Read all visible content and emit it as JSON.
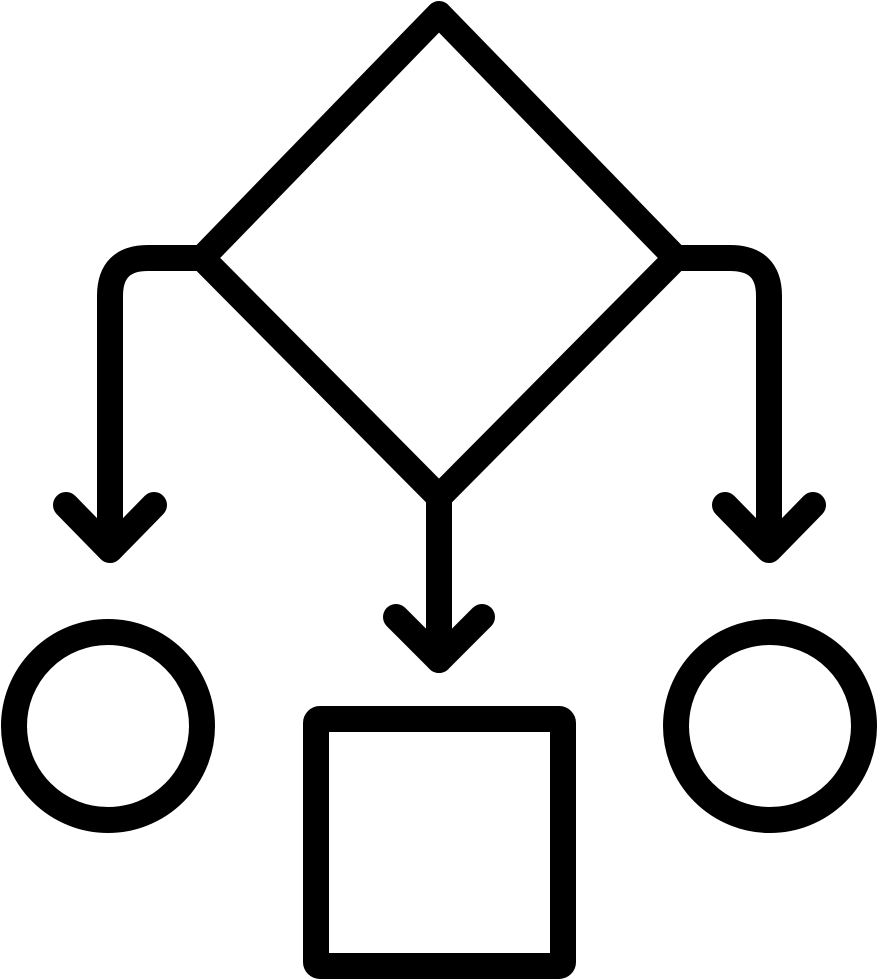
{
  "icon": {
    "name": "flowchart-icon",
    "stroke_color": "#000000",
    "background_color": "#ffffff",
    "shapes": [
      "decision-diamond",
      "left-arrow",
      "center-arrow",
      "right-arrow",
      "left-circle",
      "center-square",
      "right-circle"
    ]
  }
}
